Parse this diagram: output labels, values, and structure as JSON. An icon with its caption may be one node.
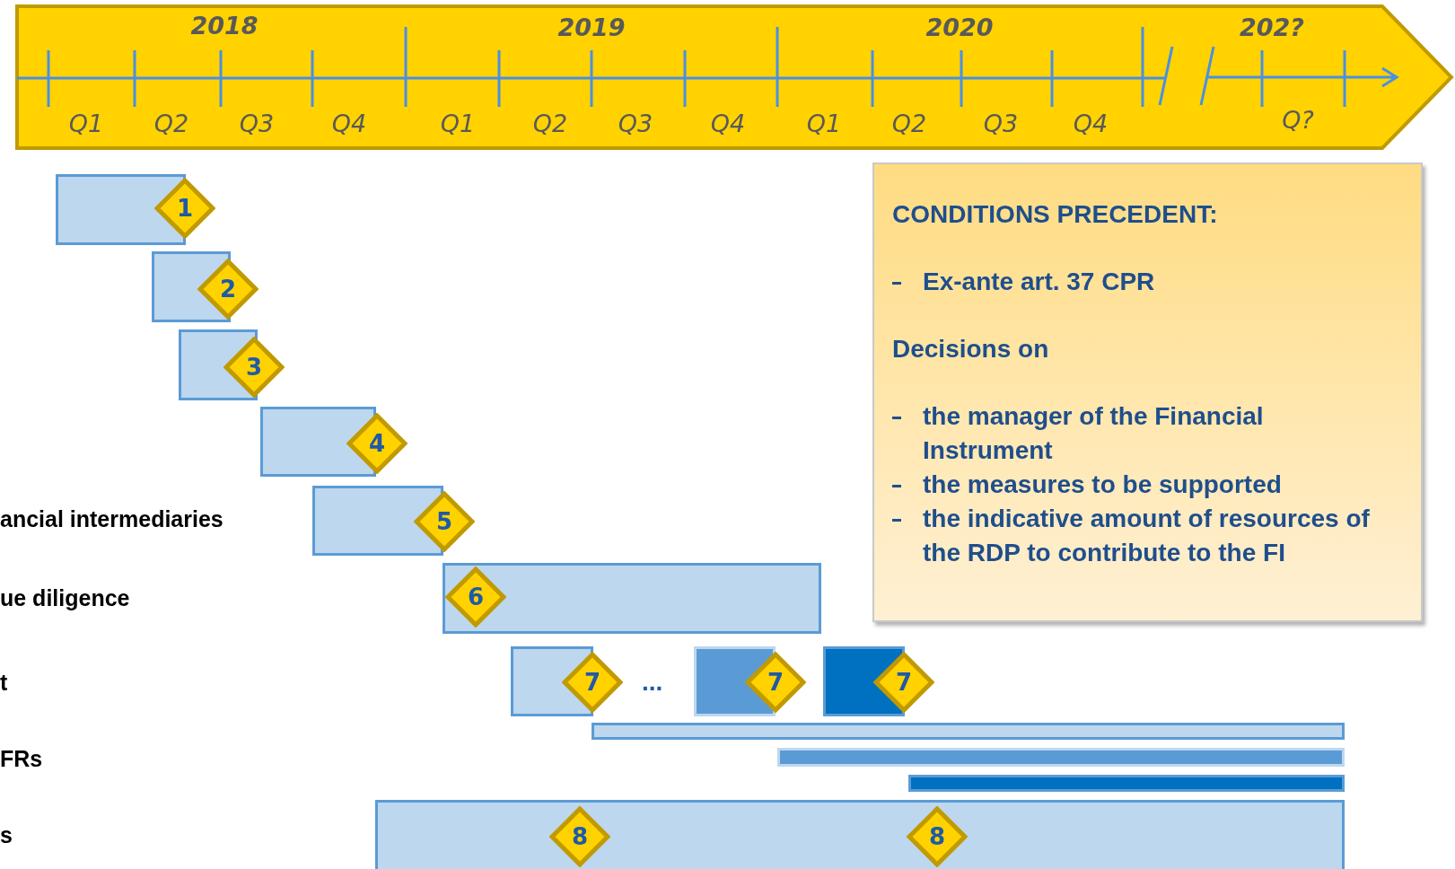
{
  "diagram": {
    "nodes": [
      {
        "text": [
          "CONDITIONS PRECEDENT:",
          "Ex-ante art. 37 CPR",
          "Decisions on",
          "the manager of the Financial Instrument",
          "the measures to be supported",
          "the indicative amount of resources of the RDP to contribute to the FI"
        ]
      },
      {
        "text": [],
        "shape": "bar"
      },
      {
        "text": [
          "1"
        ]
      },
      {
        "text": [],
        "shape": "bar"
      },
      {
        "text": [
          "2"
        ]
      },
      {
        "text": [],
        "shape": "bar"
      },
      {
        "text": [
          "3"
        ]
      },
      {
        "text": [],
        "shape": "bar"
      },
      {
        "text": [
          "4"
        ]
      },
      {
        "text": [],
        "shape": "bar"
      },
      {
        "text": [
          "5"
        ]
      },
      {
        "text": [],
        "shape": "bar"
      },
      {
        "text": [
          "6"
        ],
        "in": 11
      },
      {
        "text": [],
        "shape": "bar"
      },
      {
        "text": [
          "7"
        ]
      },
      {
        "text": [],
        "shape": "bar"
      },
      {
        "text": [
          "7"
        ]
      },
      {
        "text": [],
        "shape": "bar"
      },
      {
        "text": [
          "7"
        ]
      },
      {
        "text": [],
        "shape": "bar"
      },
      {
        "text": [],
        "shape": "bar"
      },
      {
        "text": [],
        "shape": "bar"
      },
      {
        "text": [],
        "shape": "bar"
      },
      {
        "text": [
          "8"
        ],
        "in": 22
      },
      {
        "text": [
          "8"
        ],
        "in": 22
      }
    ],
    "labels": [
      "2018",
      "2019",
      "2020",
      "202?",
      "Q1",
      "Q2",
      "Q3",
      "Q4",
      "Q1",
      "Q2",
      "Q3",
      "Q4",
      "Q1",
      "Q2",
      "Q3",
      "Q4",
      "Q?",
      "ancial intermediaries",
      "ue diligence",
      "t",
      "...",
      "FRs",
      "s"
    ]
  }
}
